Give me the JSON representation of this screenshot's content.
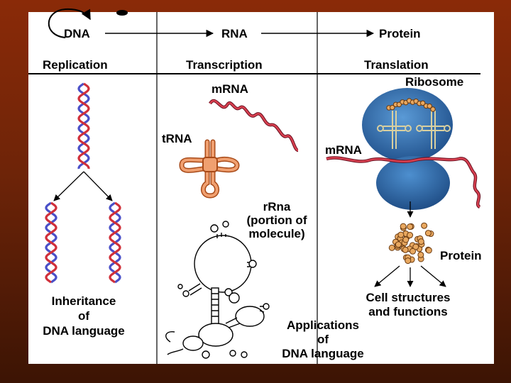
{
  "header": {
    "dna": "DNA",
    "rna": "RNA",
    "protein": "Protein",
    "replication": "Replication",
    "transcription": "Transcription",
    "translation": "Translation"
  },
  "left": {
    "inheritance_line1": "Inheritance",
    "inheritance_line2": "of",
    "inheritance_line3": "DNA language"
  },
  "middle": {
    "mrna": "mRNA",
    "trna": "tRNA",
    "rrna_line1": "rRna",
    "rrna_line2": "(portion of",
    "rrna_line3": "molecule)",
    "applications_line1": "Applications",
    "applications_line2": "of",
    "applications_line3": "DNA language"
  },
  "right": {
    "ribosome": "Ribosome",
    "mrna": "mRNA",
    "protein": "Protein",
    "cell_line1": "Cell structures",
    "cell_line2": "and functions"
  },
  "colors": {
    "dna_red": "#d0303a",
    "dna_blue": "#4a50c8",
    "trna_orange": "#e07a3a",
    "ribosome_blue": "#2f6fb0",
    "protein_bead": "#e8a860"
  }
}
